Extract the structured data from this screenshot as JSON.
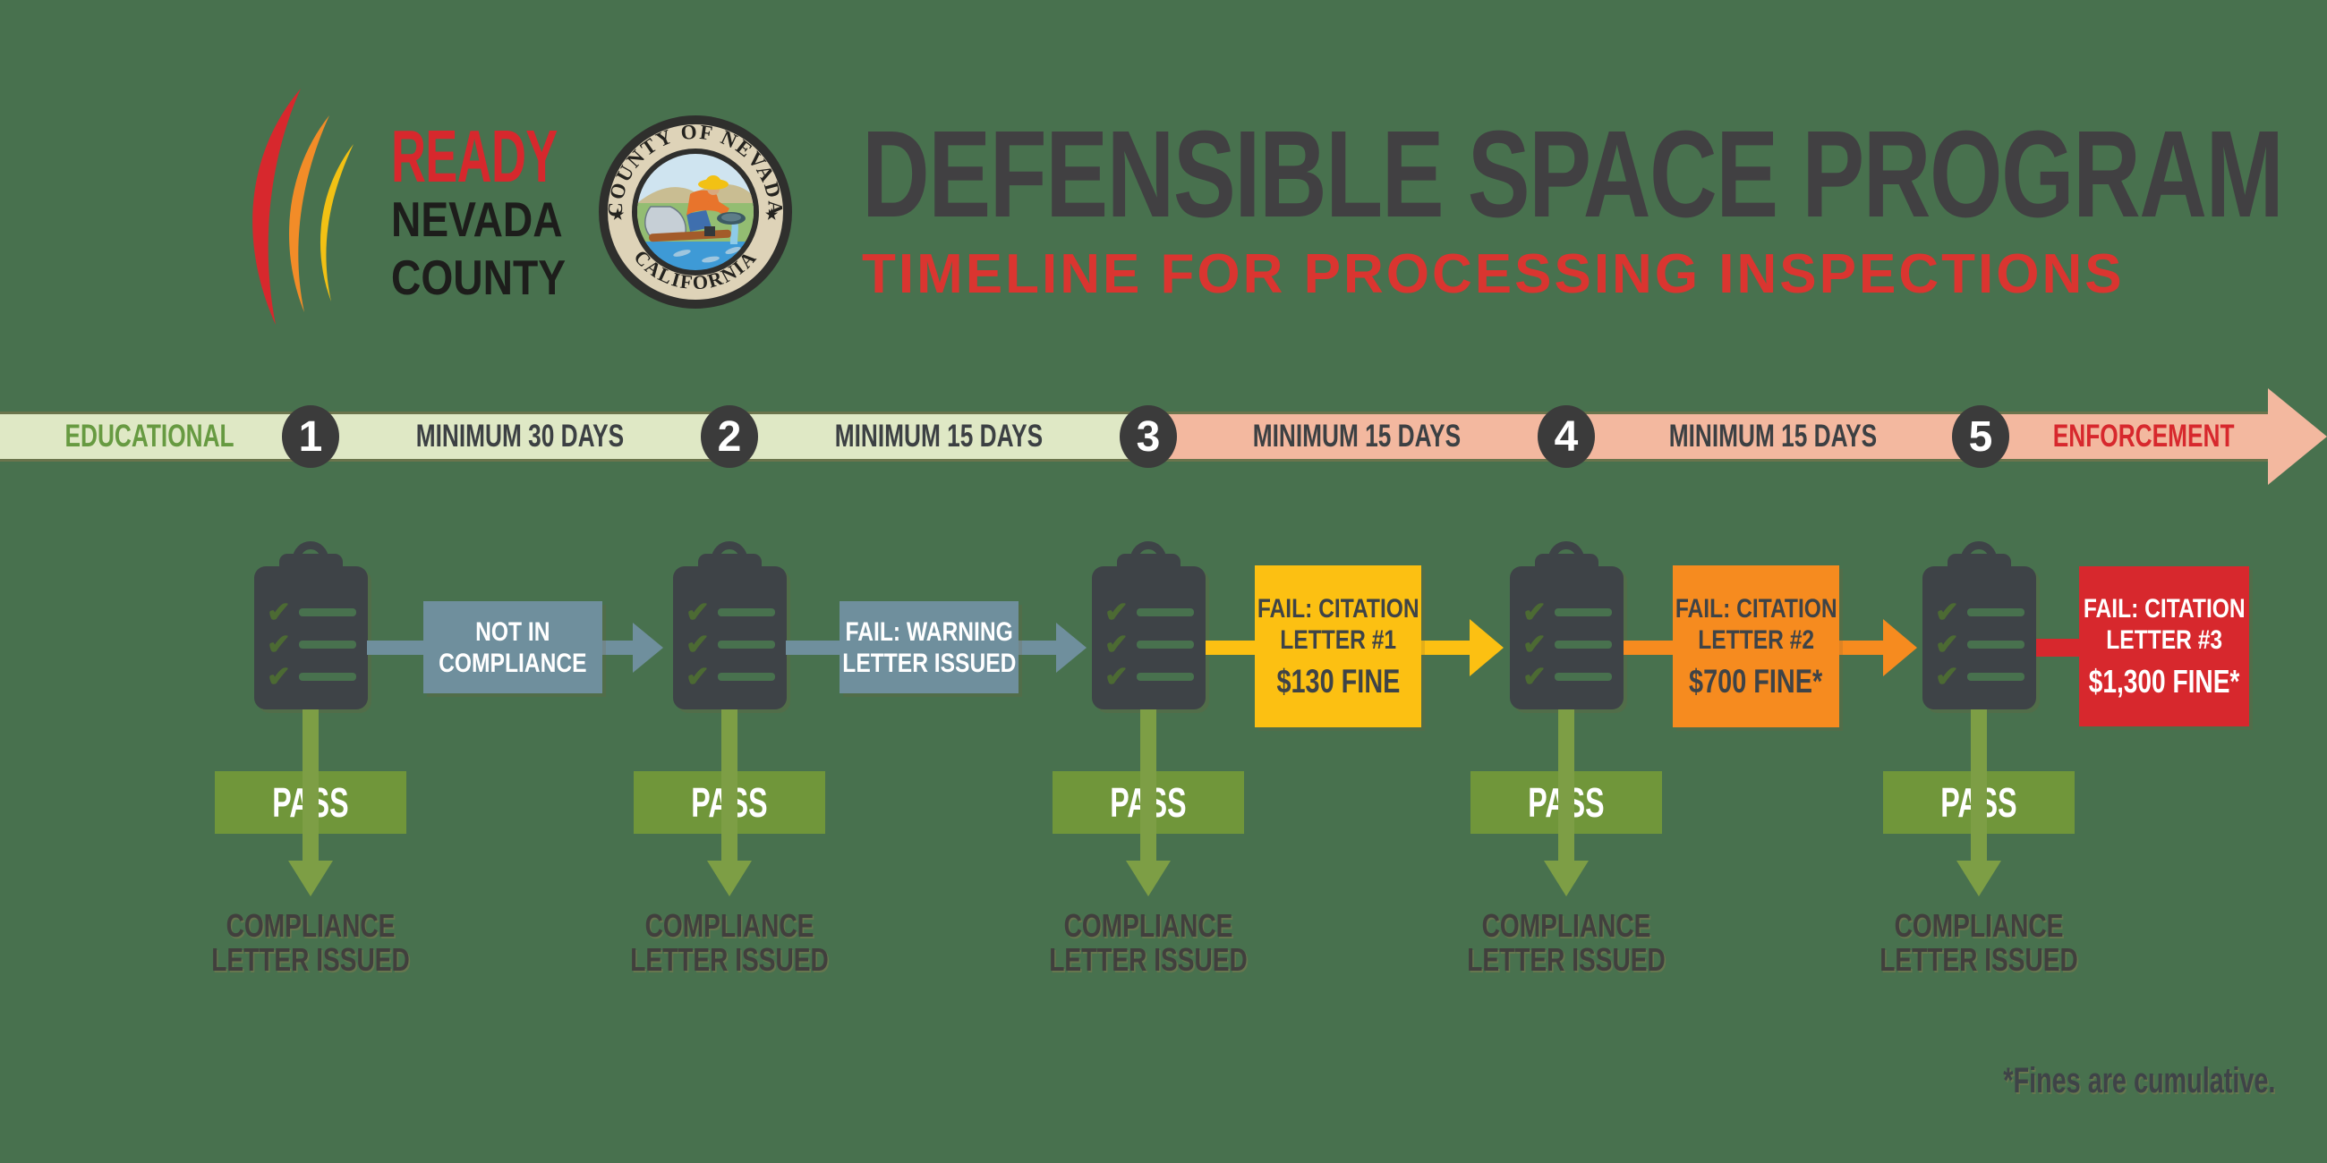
{
  "logo": {
    "brand_line1": "READY",
    "brand_line2": "NEVADA",
    "brand_line3": "COUNTY"
  },
  "seal": {
    "top_text": "COUNTY OF NEVADA",
    "bottom_text": "CALIFORNIA",
    "star": "★"
  },
  "header": {
    "title": "DEFENSIBLE SPACE PROGRAM",
    "subtitle": "TIMELINE FOR PROCESSING INSPECTIONS"
  },
  "timeline": {
    "start_label": "EDUCATIONAL",
    "end_label": "ENFORCEMENT",
    "steps": [
      "1",
      "2",
      "3",
      "4",
      "5"
    ],
    "segment_labels": [
      "MINIMUM 30 DAYS",
      "MINIMUM 15 DAYS",
      "MINIMUM 15 DAYS",
      "MINIMUM 15 DAYS"
    ]
  },
  "flow": {
    "check": "✔",
    "fail_steps": [
      {
        "line1": "NOT IN",
        "line2": "COMPLIANCE"
      },
      {
        "line1": "FAIL: WARNING",
        "line2": "LETTER ISSUED"
      },
      {
        "line1": "FAIL: CITATION",
        "line2": "LETTER #1",
        "fine": "$130 FINE"
      },
      {
        "line1": "FAIL: CITATION",
        "line2": "LETTER #2",
        "fine": "$700 FINE*"
      },
      {
        "line1": "FAIL: CITATION",
        "line2": "LETTER #3",
        "fine": "$1,300 FINE*"
      }
    ],
    "pass_label": "PASS",
    "result_line1": "COMPLIANCE",
    "result_line2": "LETTER ISSUED"
  },
  "footnote": "*Fines are cumulative.",
  "colors": {
    "background": "#48714e",
    "band_educational": "#dfe8c5",
    "band_enforcement": "#f3b89f",
    "step_circle": "#3b3b3b",
    "not_in_compliance_blue": "#6f8f9d",
    "citation1_yellow": "#fcc012",
    "citation2_orange": "#f68b1f",
    "citation3_red": "#d7282d",
    "pass_green": "#70963a",
    "arrow_green": "#7d9e45",
    "dark_text": "#3e4347",
    "educational_green": "#679a41",
    "title_gray": "#414042"
  }
}
